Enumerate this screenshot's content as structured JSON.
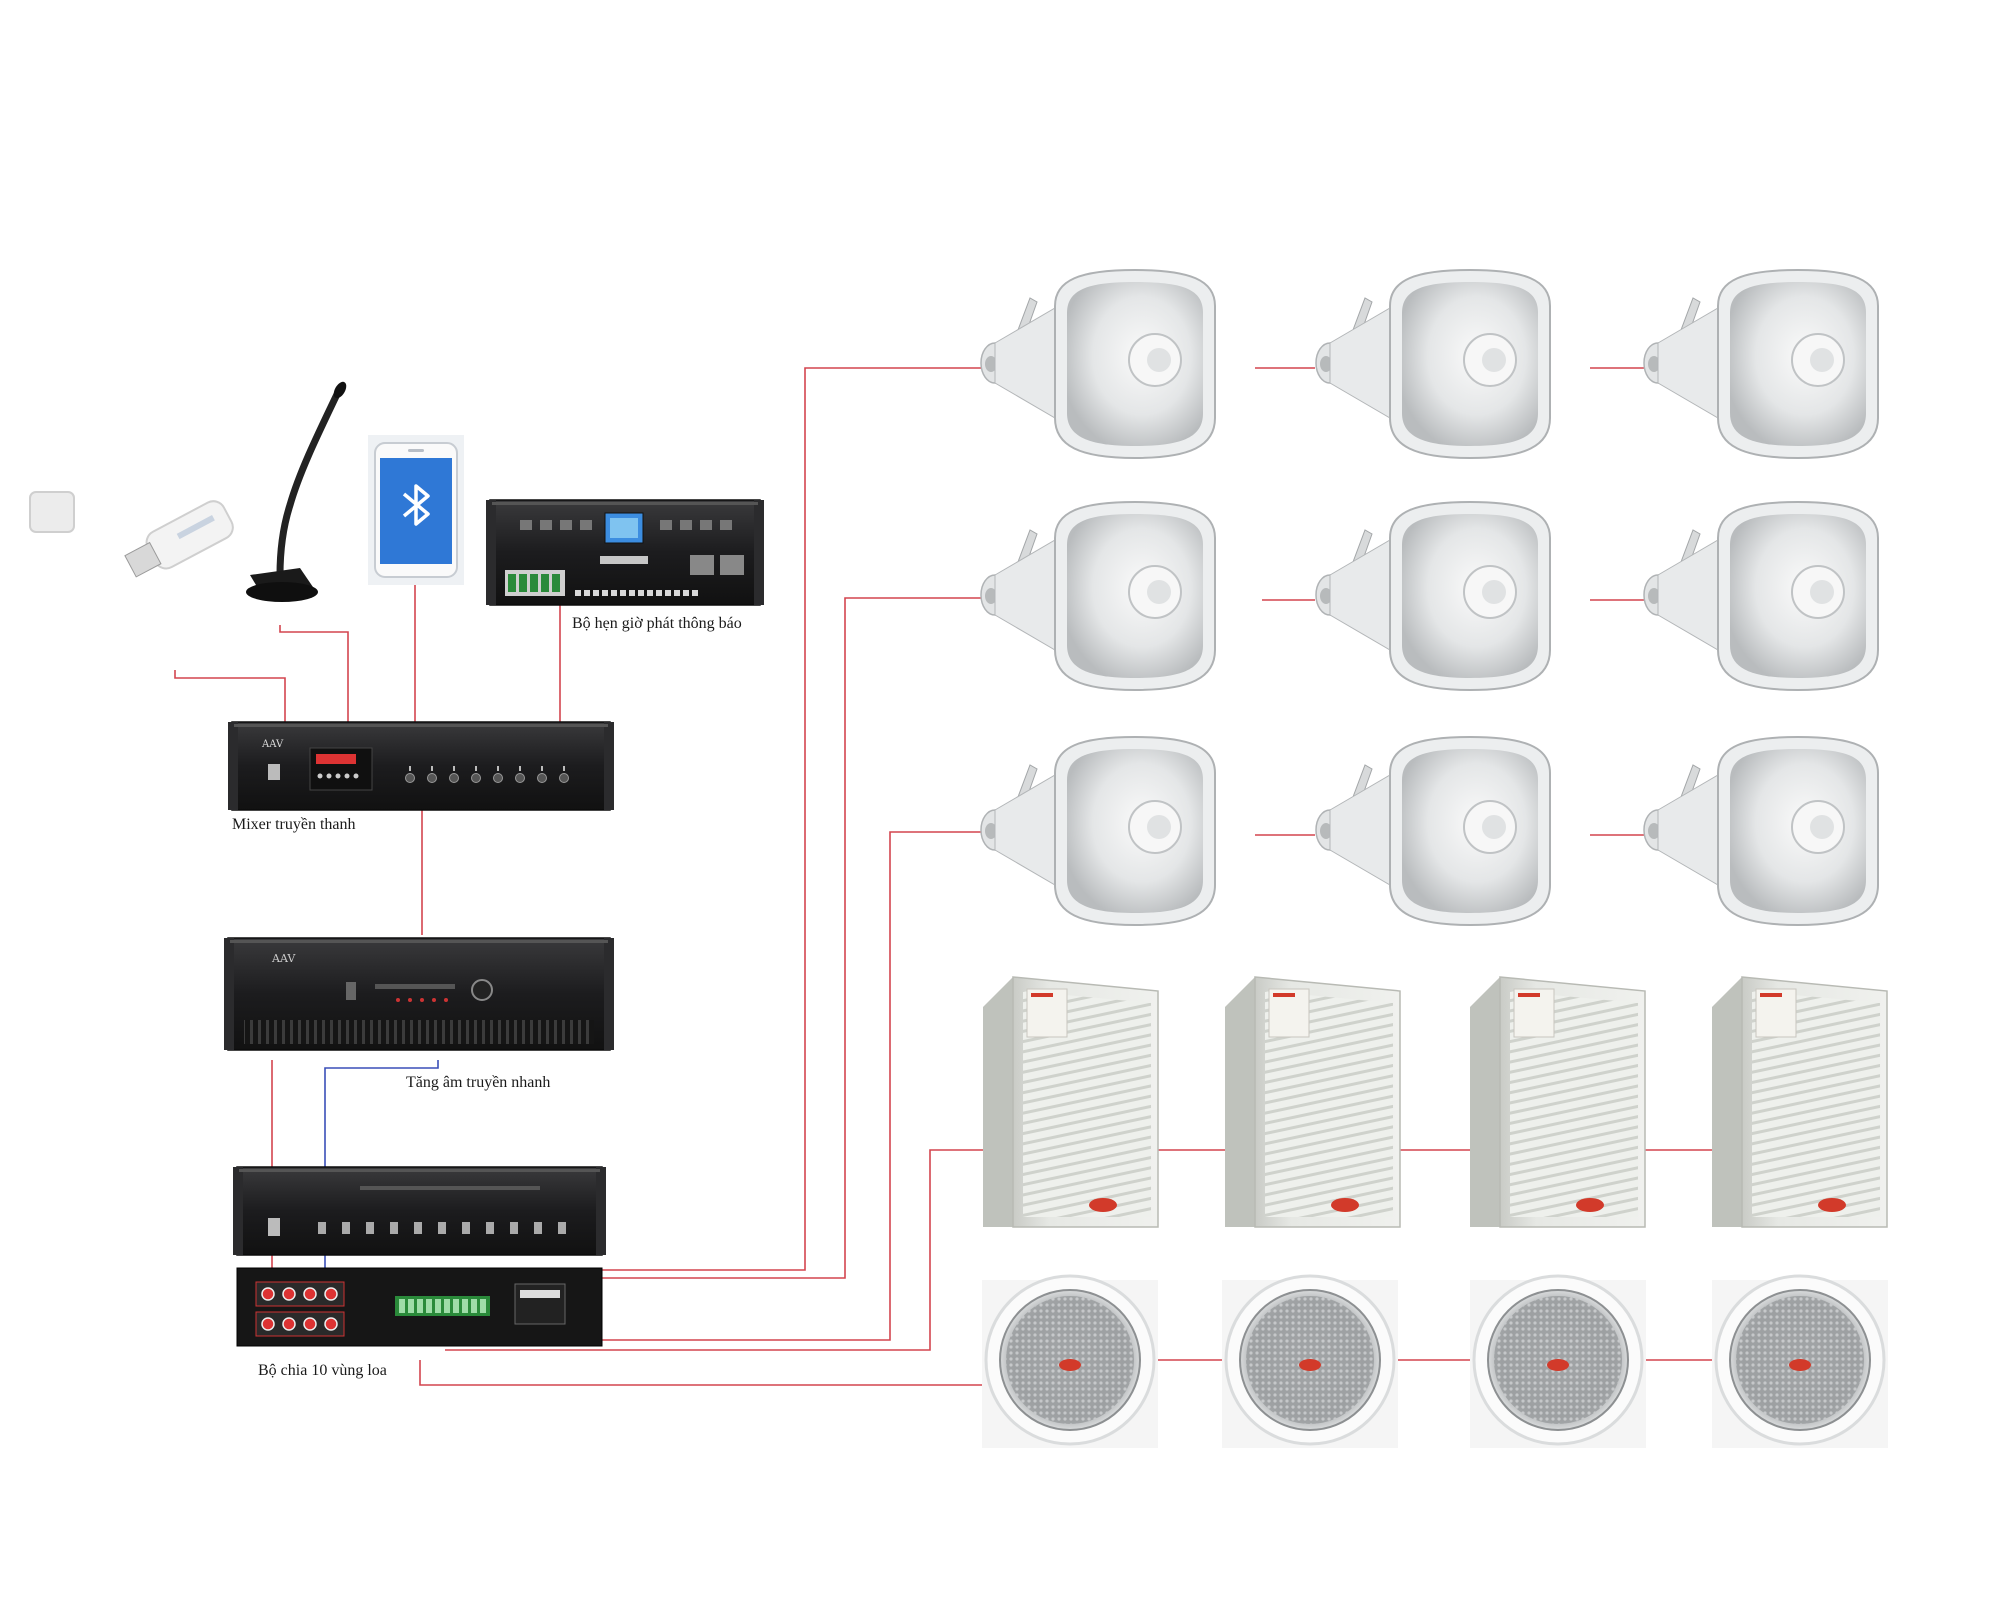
{
  "labels": {
    "scheduler": "Bộ hẹn giờ phát thông báo",
    "mixer": "Mixer truyền thanh",
    "amplifier": "Tăng âm truyền nhanh",
    "splitter": "Bộ chia 10 vùng loa"
  },
  "device_brand": "AAV",
  "colors": {
    "wire": "#d4454f",
    "wire_blue": "#3a4fb8",
    "rack_dark": "#1c1c1e",
    "horn_white": "#eceeef",
    "box_white": "#e6e8e4",
    "screen_blue": "#2f78d6",
    "badge_red": "#d23a2a"
  },
  "icons": {
    "usb": "usb-drive-icon",
    "mic": "gooseneck-microphone-icon",
    "phone": "bluetooth-phone-icon",
    "bluetooth": "bluetooth-icon"
  }
}
